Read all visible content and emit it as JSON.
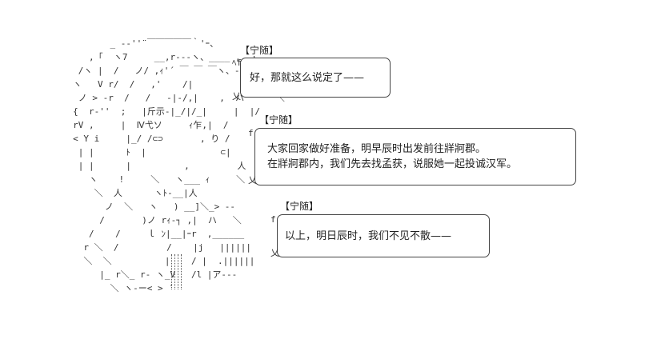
{
  "character_art": {
    "lines": [
      "            _ -‐''¨￣￣￣￣￣｀'ｰ、",
      "        ,「  ヽ7     __,r‐‐-ヽ、____ ,_,)",
      "      /ヽ |  /   ノ/ ,ｨ'´ ￣ ￣ ￣ヽ、-‐‐‐ヽ、_,/",
      "     ヽ   V r/  /   ,'    /|",
      "      ノ > -r  /   /   -|-/,|    ,  ハ      ＼",
      "     {  r‐''  ;   |斤示‐|_/|/_|     |  |/",
      "     rV ,     |  Ⅳ弋ソ     ｨ乍,|  /",
      "     < Y i     |_/ /⊂⊃       , り /",
      "      | |      ﾄ  |              ⊂|",
      "      | |      |          ,         人",
      "        ヽ    !     ＼   ヽ___ ｨ     ＼",
      "         ＼  人      ヽﾄ‐__|人",
      "           ノ  ＼   ヽ   ) __]＼_> ‐‐",
      "          /       )ノ rｨ‐┐ ,|  ハ   ＼",
      "        /    /     ｌ ﾝ|__|ｰr  ,______",
      "       r ＼  /         /    |j   ||||||",
      "       ＼  ＼          |    / |  .||||||",
      "          |_ r＼_ r‐ ヽ_V   /l |ア‐‐‐",
      "            ＼ ヽ‐ー< > ´"
    ]
  },
  "dialogues": [
    {
      "speaker": "【宁随】",
      "lines": [
        "好，那就这么说定了——"
      ]
    },
    {
      "speaker": "【宁随】",
      "lines": [
        "大家回家做好准备，明早辰时出发前往牂牁郡。",
        "在牂牁郡内，我们先去找孟获，说服她一起投诚汉军。"
      ]
    },
    {
      "speaker": "【宁随】",
      "lines": [
        "以上，明日辰时，我们不见不散——"
      ]
    }
  ]
}
